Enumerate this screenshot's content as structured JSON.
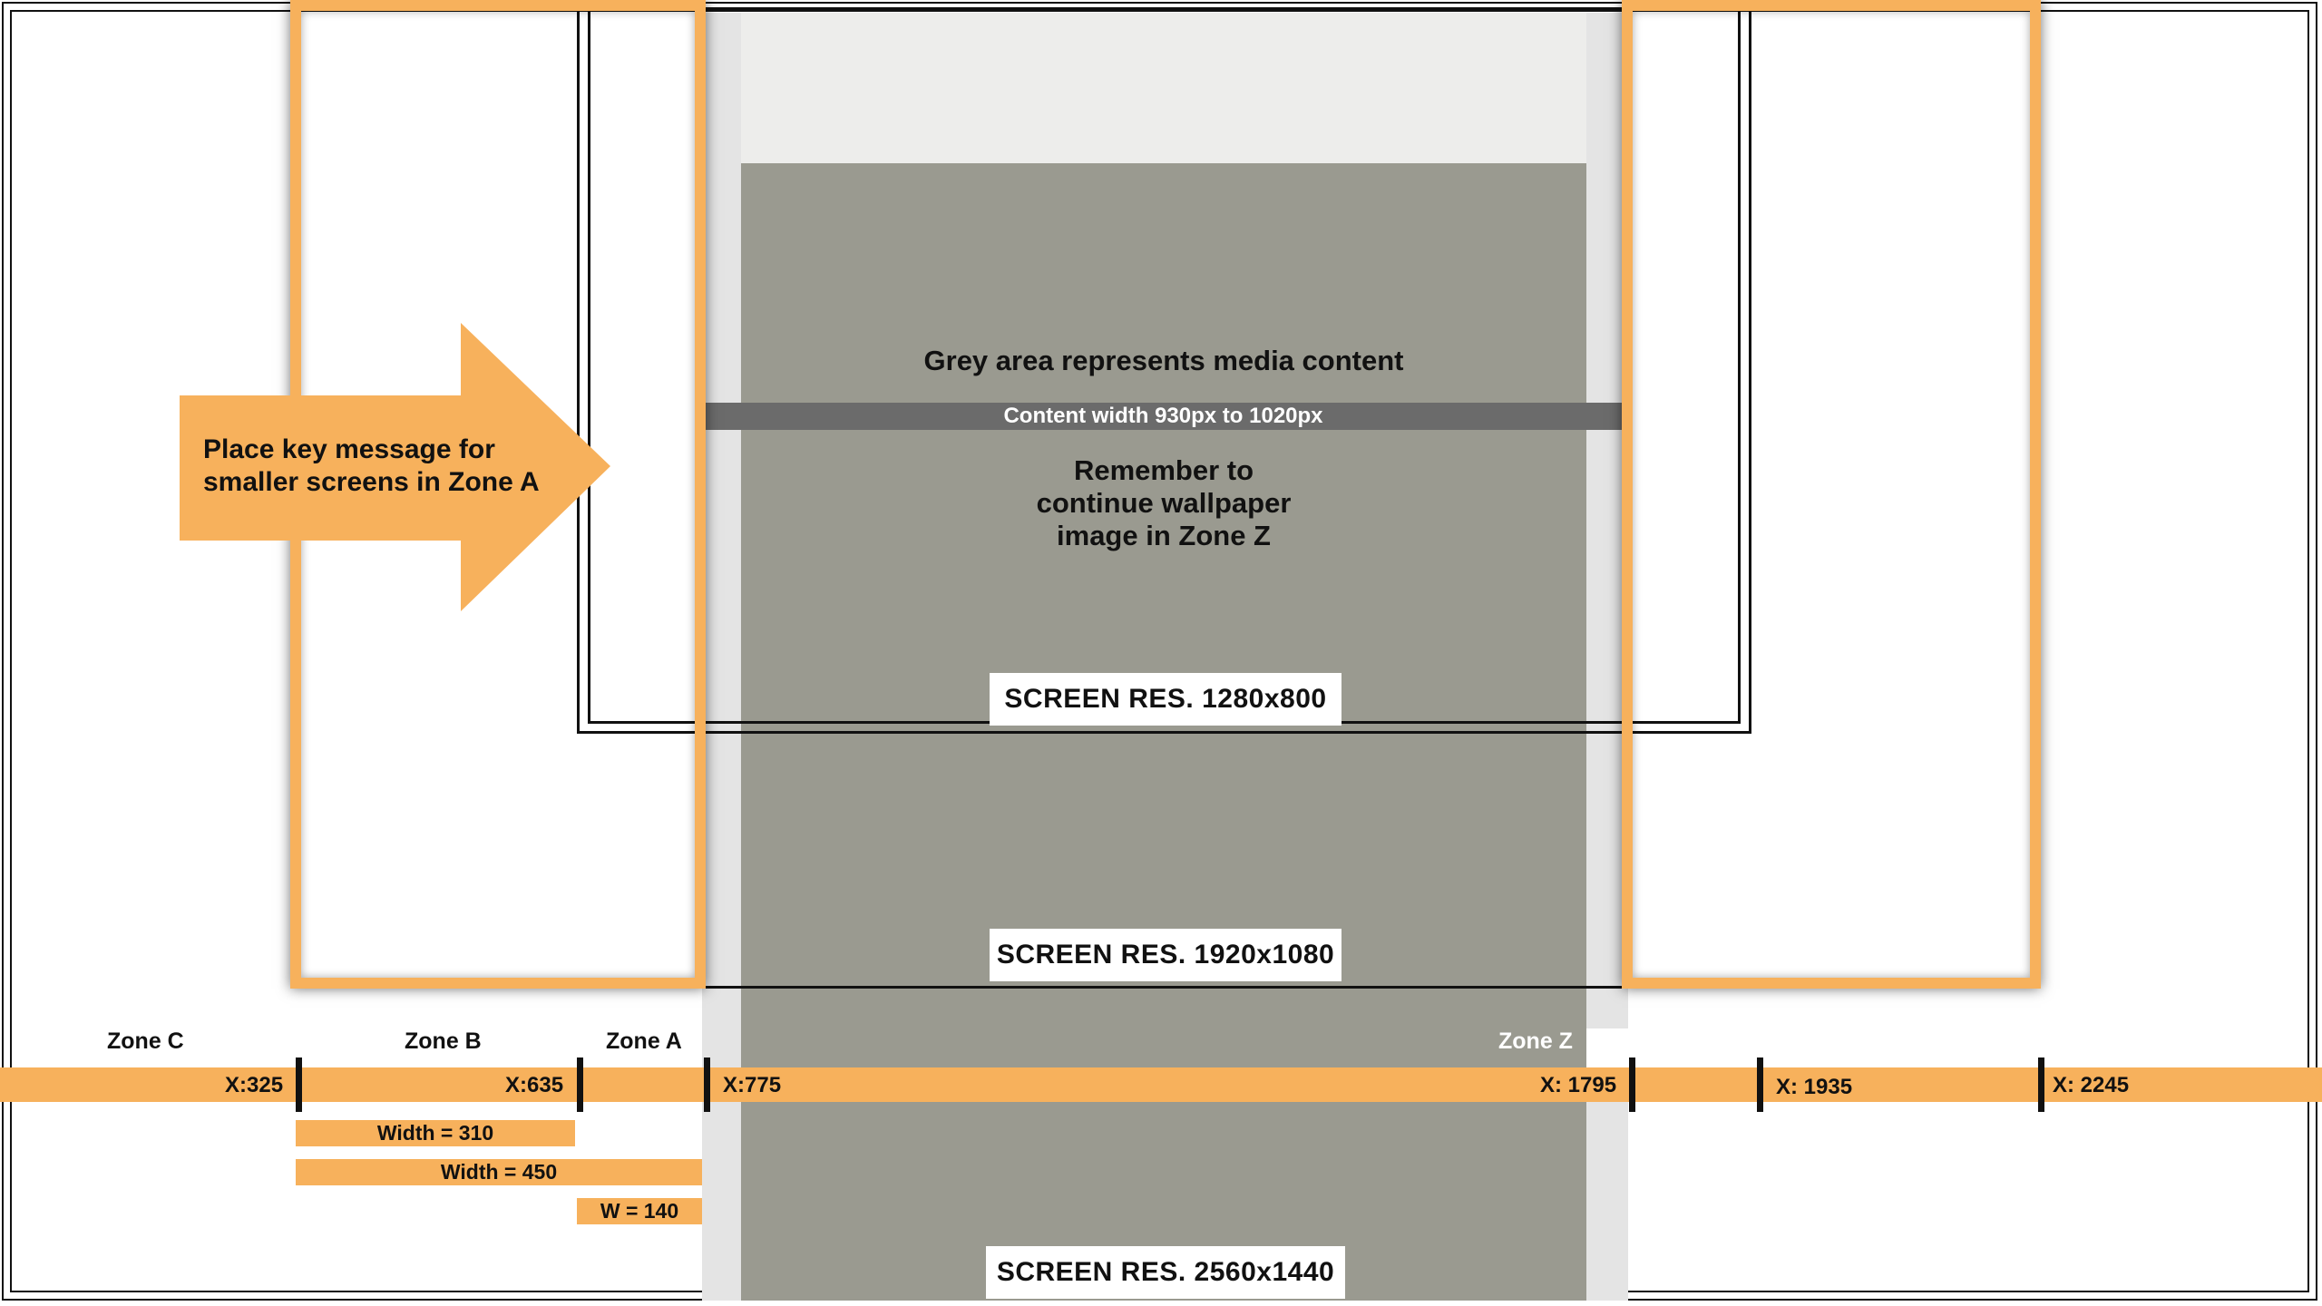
{
  "colors": {
    "orange": "#f7b15c",
    "media_grey": "#9a9a90",
    "media_light": "#ededeb",
    "gutter": "#e4e4e4",
    "content_bar": "#6b6b6b",
    "outline": "#111111"
  },
  "media": {
    "line1": "Grey area represents media content",
    "content_width": "Content width 930px to 1020px",
    "reminder_line1": "Remember to",
    "reminder_line2": "continue wallpaper",
    "reminder_line3": "image in Zone Z"
  },
  "screens": [
    {
      "label": "SCREEN RES. 1280x800"
    },
    {
      "label": "SCREEN RES. 1920x1080"
    },
    {
      "label": "SCREEN RES. 2560x1440"
    }
  ],
  "arrow": {
    "line1": "Place key message for",
    "line2": "smaller screens in Zone A"
  },
  "zones": {
    "c": "Zone C",
    "b": "Zone B",
    "a": "Zone A",
    "z": "Zone Z"
  },
  "ruler": {
    "x325": "X:325",
    "x635": "X:635",
    "x775": "X:775",
    "x1795": "X: 1795",
    "x1935": "X: 1935",
    "x2245": "X: 2245"
  },
  "widths": {
    "w310": "Width = 310",
    "w450": "Width = 450",
    "w140": "W = 140"
  }
}
